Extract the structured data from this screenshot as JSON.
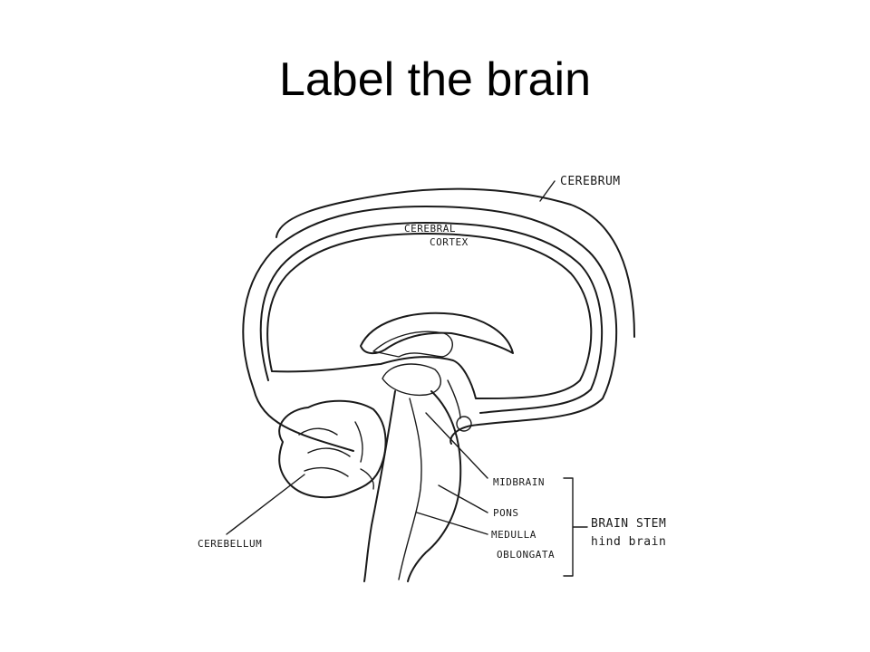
{
  "title": "Label the brain",
  "labels": {
    "cerebrum": "CEREBRUM",
    "cerebral": "CEREBRAL",
    "cortex": "CORTEX",
    "midbrain": "MIDBRAIN",
    "pons": "PONS",
    "medulla": "MEDULLA",
    "oblongata": "OBLONGATA",
    "brain_stem": "BRAIN STEM",
    "hind_brain": "hind brain",
    "cerebellum": "CEREBELLUM"
  },
  "colors": {
    "ink": "#1a1a1a",
    "background": "#ffffff"
  }
}
